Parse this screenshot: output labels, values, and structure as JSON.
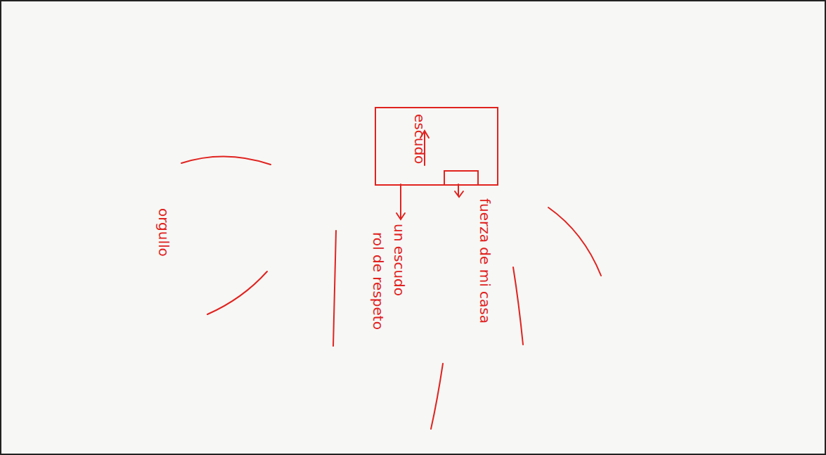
{
  "diagram": {
    "nodes": [
      {
        "text": [
          "escudo"
        ]
      }
    ],
    "labels": [
      "fuerza de mi casa",
      "un escudo",
      "rol de respeto",
      "orgullo"
    ]
  }
}
